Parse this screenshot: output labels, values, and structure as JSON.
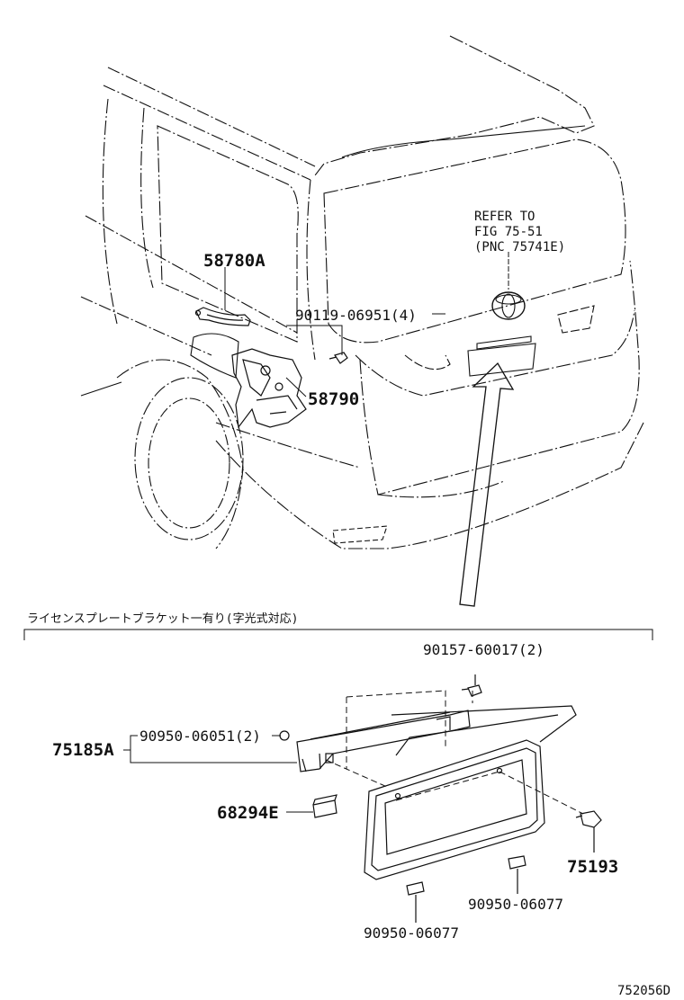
{
  "diagram": {
    "figure_id": "752056D",
    "section_caption": "ライセンスプレートブラケット一有り(字光式対応)",
    "note": {
      "line1": "REFER TO",
      "line2": "FIG 75-51",
      "line3": "(PNC 75741E)"
    },
    "labels": {
      "p58780A": "58780A",
      "p90119": "90119-06951(4)",
      "p58790": "58790",
      "p90157": "90157-60017(2)",
      "p90950_06051": "90950-06051(2)",
      "p75185A": "75185A",
      "p68294E": "68294E",
      "p75193": "75193",
      "p90950_06077_a": "90950-06077",
      "p90950_06077_b": "90950-06077"
    }
  }
}
